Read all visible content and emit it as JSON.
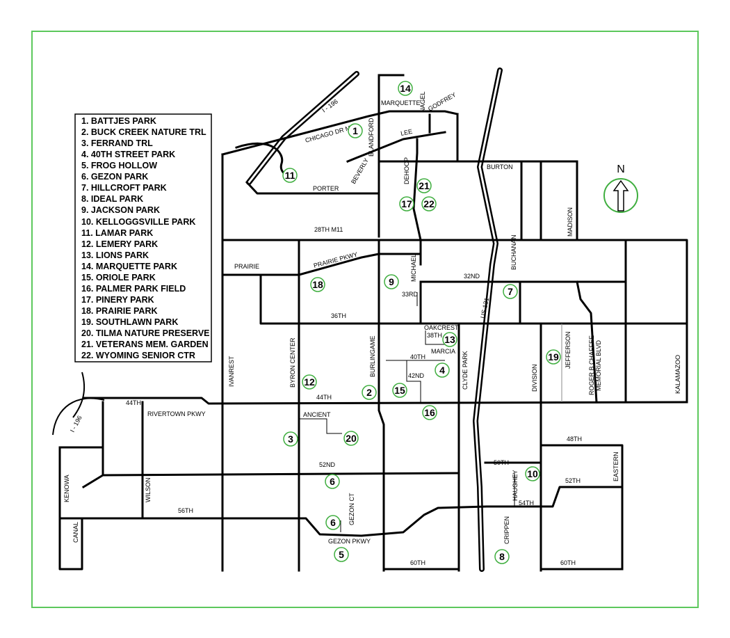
{
  "legend": {
    "items": [
      "1.  BATTJES PARK",
      "2.  BUCK CREEK NATURE TRL",
      "3.  FERRAND TRL",
      "4.  40TH STREET PARK",
      "5.  FROG HOLLOW",
      "6.  GEZON PARK",
      "7.  HILLCROFT PARK",
      "8.  IDEAL PARK",
      "9.  JACKSON PARK",
      "10. KELLOGGSVILLE PARK",
      "11. LAMAR PARK",
      "12. LEMERY PARK",
      "13. LIONS PARK",
      "14. MARQUETTE PARK",
      "15. ORIOLE PARK",
      "16. PALMER PARK FIELD",
      "17. PINERY PARK",
      "18. PRAIRIE PARK",
      "19. SOUTHLAWN PARK",
      "20. TILMA NATURE PRESERVE",
      "21. VETERANS MEM. GARDEN",
      "22. WYOMING SENIOR CTR"
    ]
  },
  "north": {
    "label": "N"
  },
  "markers": [
    "1",
    "2",
    "3",
    "4",
    "5",
    "6",
    "6",
    "7",
    "8",
    "9",
    "10",
    "11",
    "12",
    "13",
    "14",
    "15",
    "16",
    "17",
    "18",
    "19",
    "20",
    "21",
    "22"
  ],
  "streets": {
    "i196_north": "I - 196",
    "chicago_dr": "CHICAGO DR  M21",
    "marquette": "MARQUETTE",
    "nagel": "NAGEL",
    "godfrey": "GODFREY",
    "lee": "LEE",
    "beverly": "BEVERLY",
    "blandford": "BLANDFORD",
    "dehoop": "DEHOOP",
    "burton": "BURTON",
    "porter": "PORTER",
    "madison": "MADISON",
    "28th": "28TH  M11",
    "prairie": "PRAIRIE",
    "prairie_pkwy": "PRAIRIE  PKWY",
    "michael": "MICHAEL",
    "buchanan": "BUCHANAN",
    "32nd": "32ND",
    "33rd": "33RD",
    "us131": "US 131",
    "36th": "36TH",
    "oakcrest": "OAKCREST",
    "38th": "38TH",
    "marcia": "MARCIA",
    "40th": "40TH",
    "42nd": "42ND",
    "clyde_park": "CLYDE PARK",
    "burlingame": "BURLINGAME",
    "byron_center": "BYRON  CENTER",
    "ivanrest": "IVANREST",
    "division": "DIVISION",
    "jefferson": "JEFFERSON",
    "roger_b_chaffee": "ROGER B CHAFFEE",
    "memorial_blvd": "MEMORIAL BLVD",
    "kalamazoo": "KALAMAZOO",
    "44th_w": "44TH",
    "44th": "44TH",
    "rivertown": "RIVERTOWN PKWY",
    "i196_south": "I - 196",
    "ancient": "ANCIENT",
    "48th": "48TH",
    "50th": "50TH",
    "52nd": "52ND",
    "52th": "52TH",
    "haughey": "HAUGHEY",
    "eastern": "EASTERN",
    "54th": "54TH",
    "kenowa": "KENOWA",
    "wilson": "WILSON",
    "56th": "56TH",
    "gezon_ct": "GEZON CT",
    "gezon_pkwy": "GEZON PKWY",
    "crippen": "CRIPPEN",
    "canal": "CANAL",
    "60th_a": "60TH",
    "60th_b": "60TH"
  },
  "colors": {
    "frame": "#5cc85c",
    "marker_ring": "#3fae3f",
    "road": "#000000"
  }
}
